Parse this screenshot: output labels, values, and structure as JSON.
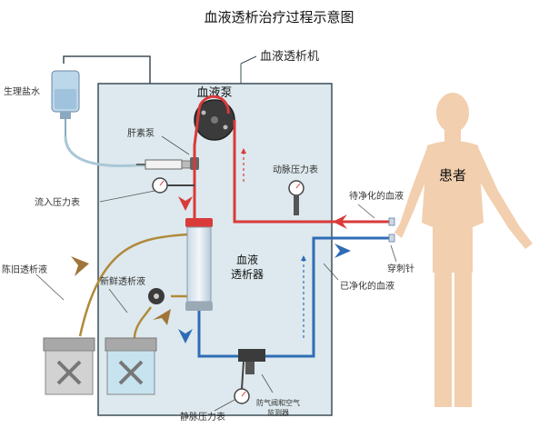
{
  "title": "血液透析治疗过程示意图",
  "labels": {
    "machine": "血液透析机",
    "blood_pump": "血液泵",
    "saline": "生理盐水",
    "heparin_pump": "肝素泵",
    "inflow_pressure": "流入压力表",
    "arterial_pressure": "动脉压力表",
    "dialyzer_line1": "血液",
    "dialyzer_line2": "透析器",
    "patient": "患者",
    "blood_to_purify": "待净化的血液",
    "purified_blood": "已净化的血液",
    "puncture_needle": "穿刺针",
    "used_dialysate": "陈旧透析液",
    "fresh_dialysate": "新鲜透析液",
    "venous_pressure": "静脉压力表",
    "air_monitor_line1": "防气阀和空气",
    "air_monitor_line2": "监测器"
  },
  "colors": {
    "machine_fill": "#dde9ee",
    "machine_stroke": "#3d4f57",
    "blood_line": "#d93a3a",
    "clean_line": "#2f6cb5",
    "dialysate_line": "#b08a3c",
    "patient_skin": "#f2cfae",
    "arrow_brown": "#a0753a"
  }
}
